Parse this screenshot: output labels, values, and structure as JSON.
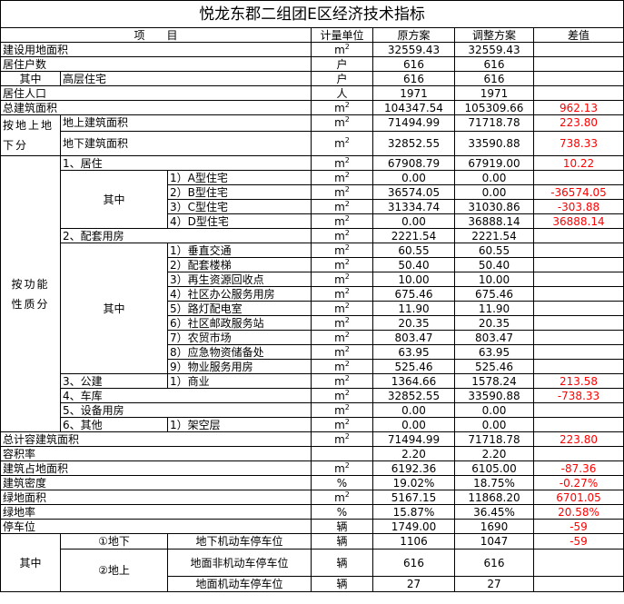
{
  "title": "悦龙东郡二组团E区经济技术指标",
  "headers": [
    "项　　目",
    "计量单位",
    "原方案",
    "调整方案",
    "差值"
  ],
  "units": {
    "area_base": "m",
    "area_exp": "2",
    "hu": "户",
    "ren": "人",
    "pct": "%",
    "liang": "辆"
  },
  "rows": {
    "land": {
      "label": "建设用地面积",
      "orig": "32559.43",
      "adj": "32559.43"
    },
    "households": {
      "label": "居住户数",
      "orig": "616",
      "adj": "616"
    },
    "hh_sub": {
      "group": "其中",
      "label": "高层住宅",
      "orig": "616",
      "adj": "616"
    },
    "population": {
      "label": "居住人口",
      "orig": "1971",
      "adj": "1971"
    },
    "total_area": {
      "label": "总建筑面积",
      "orig": "104347.54",
      "adj": "105309.66",
      "diff": "962.13"
    },
    "above": {
      "group": "按地上地下分",
      "label": "地上建筑面积",
      "orig": "71494.99",
      "adj": "71718.78",
      "diff": "223.80"
    },
    "below": {
      "label": "地下建筑面积",
      "orig": "32852.55",
      "adj": "33590.88",
      "diff": "738.33"
    },
    "residential": {
      "group": "按功能性质分",
      "label": "1、居住",
      "orig": "67908.79",
      "adj": "67919.00",
      "diff": "10.22"
    },
    "resA": {
      "group": "其中",
      "label": "1）A型住宅",
      "orig": "0.00",
      "adj": "0.00"
    },
    "resB": {
      "label": "2）B型住宅",
      "orig": "36574.05",
      "adj": "0.00",
      "diff": "-36574.05"
    },
    "resC": {
      "label": "3）C型住宅",
      "orig": "31334.74",
      "adj": "31030.86",
      "diff": "-303.88"
    },
    "resD": {
      "label": "4）D型住宅",
      "orig": "0.00",
      "adj": "36888.14",
      "diff": "36888.14"
    },
    "support": {
      "label": "2、配套用房",
      "orig": "2221.54",
      "adj": "2221.54"
    },
    "sup1": {
      "group": "其中",
      "label": "1）垂直交通",
      "orig": "60.55",
      "adj": "60.55"
    },
    "sup2": {
      "label": "2）配套楼梯",
      "orig": "50.40",
      "adj": "50.40"
    },
    "sup3": {
      "label": "3）再生资源回收点",
      "orig": "10.00",
      "adj": "10.00"
    },
    "sup4": {
      "label": "4）社区办公服务用房",
      "orig": "675.46",
      "adj": "675.46"
    },
    "sup5": {
      "label": "5）路灯配电室",
      "orig": "11.90",
      "adj": "11.90"
    },
    "sup6": {
      "label": "6）社区邮政服务站",
      "orig": "20.35",
      "adj": "20.35"
    },
    "sup7": {
      "label": "7）农贸市场",
      "orig": "803.47",
      "adj": "803.47"
    },
    "sup8": {
      "label": "8）应急物资储备处",
      "orig": "63.95",
      "adj": "63.95"
    },
    "sup9": {
      "label": "9）物业服务用房",
      "orig": "525.46",
      "adj": "525.46"
    },
    "public": {
      "label": "3、公建",
      "sub": "1）商业",
      "orig": "1364.66",
      "adj": "1578.24",
      "diff": "213.58"
    },
    "garage": {
      "label": "4、车库",
      "orig": "32852.55",
      "adj": "33590.88",
      "diff": "-738.33"
    },
    "equipment": {
      "label": "5、设备用房",
      "orig": "0.00",
      "adj": "0.00"
    },
    "other": {
      "label": "6、其他",
      "sub": "1）架空层",
      "orig": "0.00",
      "adj": "0.00"
    },
    "far_area": {
      "label": "总计容建筑面积",
      "orig": "71494.99",
      "adj": "71718.78",
      "diff": "223.80"
    },
    "far": {
      "label": "容积率",
      "orig": "2.20",
      "adj": "2.20"
    },
    "footprint": {
      "label": "建筑占地面积",
      "orig": "6192.36",
      "adj": "6105.00",
      "diff": "-87.36"
    },
    "density": {
      "label": "建筑密度",
      "orig": "19.02%",
      "adj": "18.75%",
      "diff": "-0.27%"
    },
    "green_area": {
      "label": "绿地面积",
      "orig": "5167.15",
      "adj": "11868.20",
      "diff": "6701.05"
    },
    "green_rate": {
      "label": "绿地率",
      "orig": "15.87%",
      "adj": "36.45%",
      "diff": "20.58%"
    },
    "parking": {
      "label": "停车位",
      "orig": "1749.00",
      "adj": "1690",
      "diff": "-59"
    },
    "park_under": {
      "group": "其中",
      "sub": "①地下",
      "label": "地下机动车停车位",
      "orig": "1106",
      "adj": "1047",
      "diff": "-59"
    },
    "park_ground_nm": {
      "sub": "②地上",
      "label": "地面非机动车停车位",
      "orig": "616",
      "adj": "616"
    },
    "park_ground_m": {
      "label": "地面机动车停车位",
      "orig": "27",
      "adj": "27"
    }
  }
}
